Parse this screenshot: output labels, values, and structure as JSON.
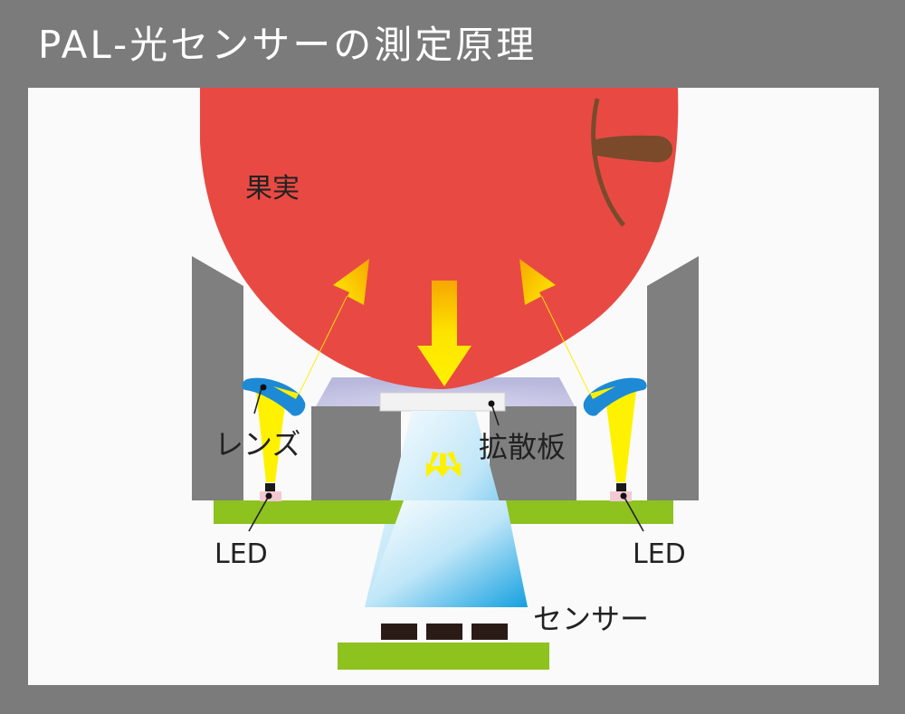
{
  "title": "PAL-光センサーの測定原理",
  "labels": {
    "fruit": "果実",
    "lens": "レンズ",
    "diffuser": "拡散板",
    "led_left": "LED",
    "led_right": "LED",
    "sensor": "センサー"
  },
  "colors": {
    "background": "#7b7b7b",
    "panel": "#fafafa",
    "fruit": "#e84a43",
    "fruit_outline": "#9b3c22",
    "stem": "#7a4a2b",
    "housing": "#7f7f7f",
    "board": "#8dc21f",
    "lens": "#1e8ad6",
    "diffuser_glow": "#c9c8e6",
    "light_beam": "#fff200",
    "light_beam_tip": "#f6a500",
    "sensor_cone": "#2aa7e3",
    "sensor_chip": "#2b1b17",
    "led_pad": "#f2c9d3"
  }
}
